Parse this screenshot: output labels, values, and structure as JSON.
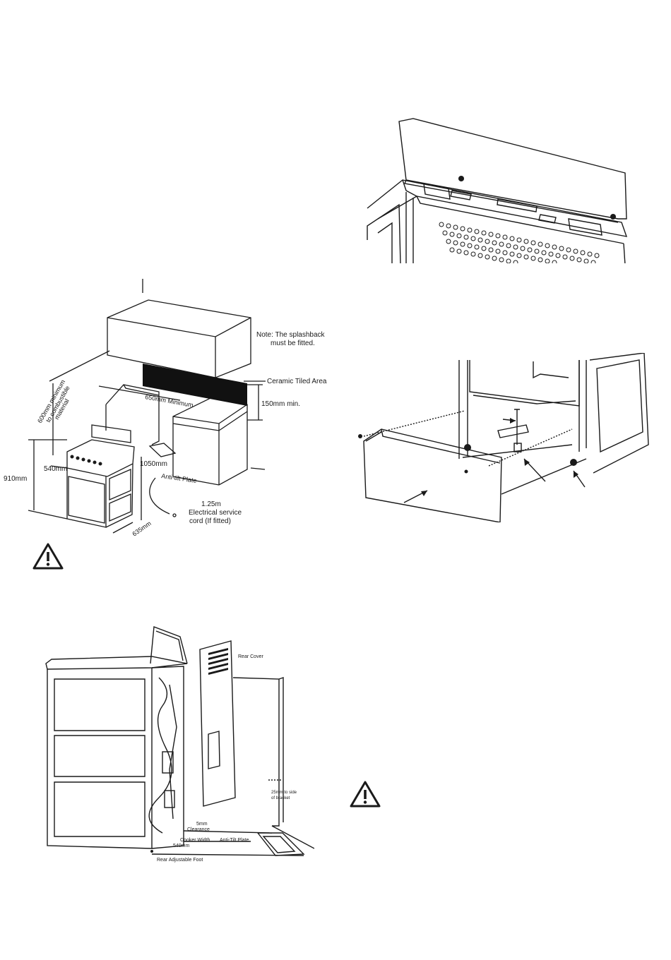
{
  "installation_diagram": {
    "note_line1": "Note: The splashback",
    "note_line2": "must be fitted.",
    "ceramic_tiled_area": "Ceramic Tiled Area",
    "min_650": "650mm Minimum",
    "min_150": "150mm min.",
    "clearance_600_line1": "600mm minimum",
    "clearance_600_line2": "to combustible",
    "clearance_600_line3": "material",
    "width_540": "540mm",
    "height_910": "910mm",
    "height_1050": "1050mm",
    "anti_tilt_plate": "Anti-tilt Plate",
    "cord_length": "1.25m",
    "cord_line1": "Electrical service",
    "cord_line2": "cord (If fitted)",
    "depth_635": "635mm"
  },
  "rear_diagram": {
    "rear_cover": "Rear Cover",
    "side_25_line1": "25mm to side",
    "side_25_line2": "of bracket",
    "clearance_5mm": "5mm",
    "clearance": "Clearance",
    "cooker_width": "Cooker Width",
    "width_540": "540mm",
    "anti_tilt_plate": "Anti-Tilt Plate",
    "rear_adjustable_foot": "Rear Adjustable Foot"
  },
  "warning_icons": [
    "warning-triangle-icon",
    "warning-triangle-icon"
  ],
  "colors": {
    "line": "#1a1a1a",
    "background": "#ffffff",
    "tile": "#111111"
  }
}
